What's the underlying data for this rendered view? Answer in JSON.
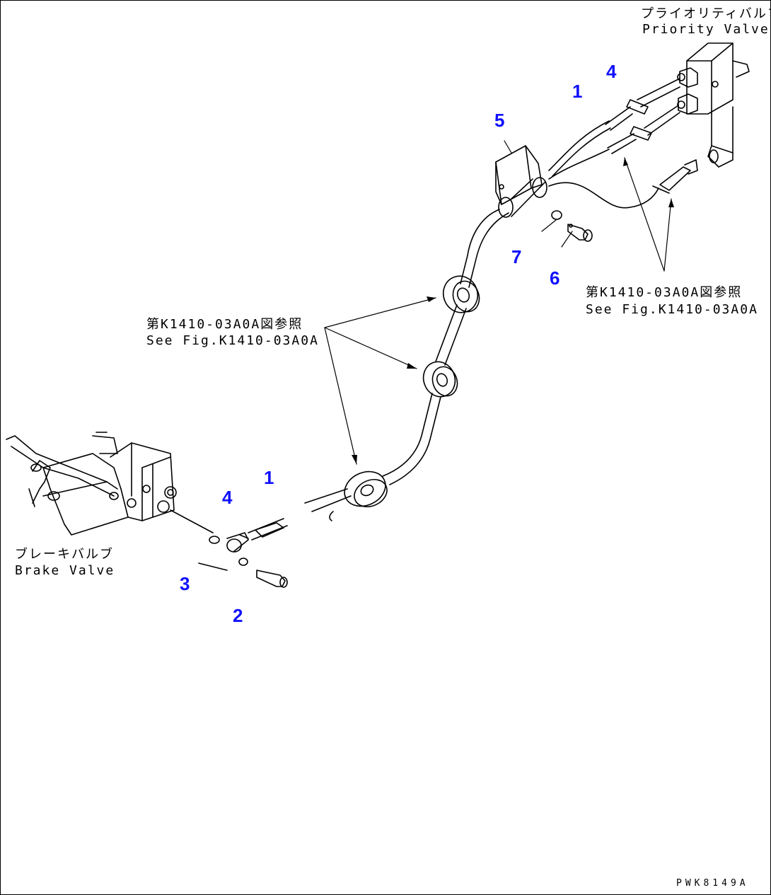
{
  "labels": {
    "priority_valve_jp": "プライオリティバルブ",
    "priority_valve_en": "Priority Valve",
    "brake_valve_jp": "ブレーキバルブ",
    "brake_valve_en": "Brake Valve",
    "ref_left_jp": "第K1410-03A0A図参照",
    "ref_left_en": "See Fig.K1410-03A0A",
    "ref_right_jp": "第K1410-03A0A図参照",
    "ref_right_en": "See Fig.K1410-03A0A"
  },
  "callouts": {
    "c1_top": "1",
    "c4_top": "4",
    "c5": "5",
    "c7": "7",
    "c6": "6",
    "c1_bottom": "1",
    "c4_bottom": "4",
    "c3": "3",
    "c2": "2"
  },
  "drawing_code": "PWK8149A",
  "colors": {
    "callout": "#1010ff",
    "line": "#000000"
  }
}
